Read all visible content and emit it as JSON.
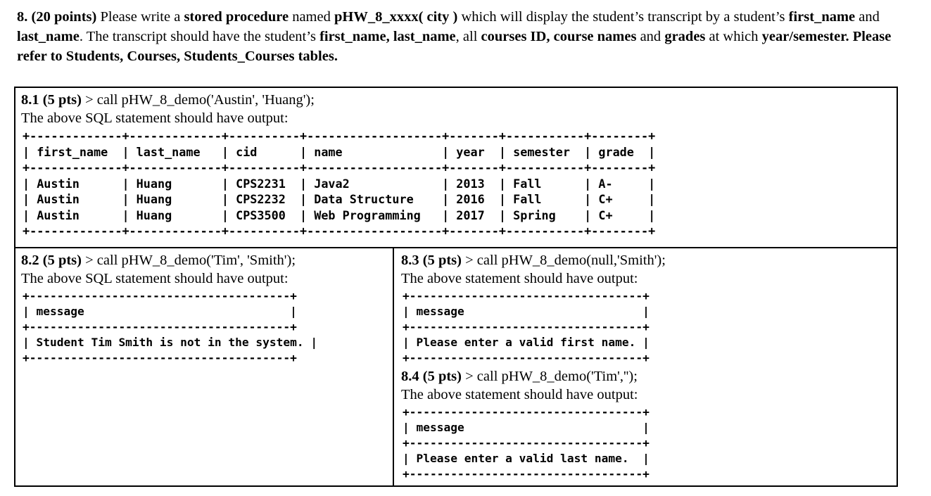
{
  "prompt": {
    "segments": [
      {
        "text": "8. (20 points)",
        "bold": true
      },
      {
        "text": " Please write a ",
        "bold": false
      },
      {
        "text": "stored procedure",
        "bold": true
      },
      {
        "text": " named ",
        "bold": false
      },
      {
        "text": "pHW_8_xxxx( city )",
        "bold": true
      },
      {
        "text": " which will display the student’s transcript by a student’s ",
        "bold": false
      },
      {
        "text": "first_name",
        "bold": true
      },
      {
        "text": " and ",
        "bold": false
      },
      {
        "text": "last_name",
        "bold": true
      },
      {
        "text": ". The transcript should have the student’s ",
        "bold": false
      },
      {
        "text": "first_name, last_name",
        "bold": true
      },
      {
        "text": ", all ",
        "bold": false
      },
      {
        "text": "courses ID, course names",
        "bold": true
      },
      {
        "text": " and ",
        "bold": false
      },
      {
        "text": "grades",
        "bold": true
      },
      {
        "text": " at which ",
        "bold": false
      },
      {
        "text": "year/semester. Please refer to Students, Courses, Students_Courses tables.",
        "bold": true
      }
    ]
  },
  "q81": {
    "number": "8.1 (5 pts)",
    "call": "> call pHW_8_demo('Austin', 'Huang');",
    "description": "The above SQL statement should have output:",
    "table": {
      "type": "table",
      "columns": [
        "first_name",
        "last_name",
        "cid",
        "name",
        "year",
        "semester",
        "grade"
      ],
      "widths": [
        11,
        11,
        8,
        17,
        5,
        9,
        6
      ],
      "rows": [
        [
          "Austin",
          "Huang",
          "CPS2231",
          "Java2",
          "2013",
          "Fall",
          "A-"
        ],
        [
          "Austin",
          "Huang",
          "CPS2232",
          "Data Structure",
          "2016",
          "Fall",
          "C+"
        ],
        [
          "Austin",
          "Huang",
          "CPS3500",
          "Web Programming",
          "2017",
          "Spring",
          "C+"
        ]
      ]
    }
  },
  "q82": {
    "number": "8.2 (5 pts)",
    "call": "> call pHW_8_demo('Tim', 'Smith');",
    "description": "The above SQL statement should have output:",
    "table": {
      "type": "table",
      "columns": [
        "message"
      ],
      "widths": [
        36
      ],
      "rows": [
        [
          "Student Tim Smith is not in the system."
        ]
      ]
    }
  },
  "q83": {
    "number": "8.3 (5 pts)",
    "call": "> call pHW_8_demo(null,'Smith');",
    "description": "The above statement should have output:",
    "table": {
      "type": "table",
      "columns": [
        "message"
      ],
      "widths": [
        32
      ],
      "rows": [
        [
          "Please enter a valid first name."
        ]
      ]
    }
  },
  "q84": {
    "number": "8.4 (5 pts)",
    "call": "> call pHW_8_demo('Tim','');",
    "description": "The above statement should have output:",
    "table": {
      "type": "table",
      "columns": [
        "message"
      ],
      "widths": [
        32
      ],
      "rows": [
        [
          "Please enter a valid last name."
        ]
      ]
    }
  },
  "colors": {
    "text": "#000000",
    "background": "#ffffff",
    "border": "#000000"
  }
}
